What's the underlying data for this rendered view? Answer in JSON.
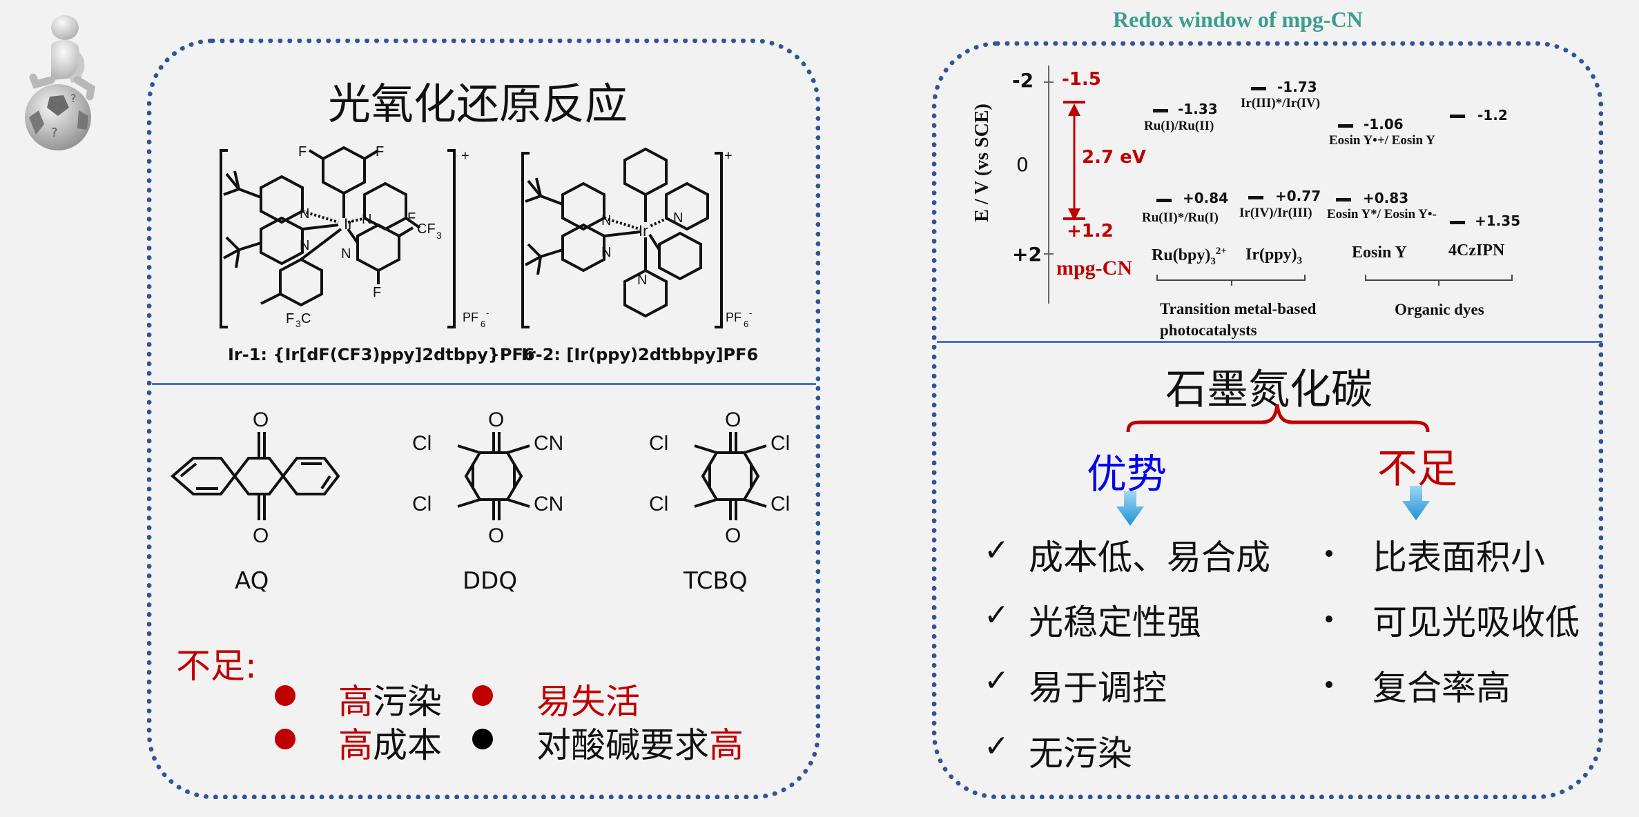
{
  "left": {
    "title": "光氧化还原反应",
    "ir1_caption": "Ir-1:  {Ir[dF(CF3)ppy]2dtbpy}PF6",
    "ir2_caption": "Ir-2:  [Ir(ppy)2dtbbpy]PF6",
    "molecules": [
      "AQ",
      "DDQ",
      "TCBQ"
    ],
    "drawback_label": "不足:",
    "drawbacks": [
      {
        "red": "高",
        "rest": "污染"
      },
      {
        "red": "易失活",
        "rest": ""
      },
      {
        "red": "高",
        "rest": "成本"
      },
      {
        "pre": "对酸碱要求",
        "red": "高"
      }
    ]
  },
  "right": {
    "chart_title": "Redox window of mpg-CN",
    "yaxis_label": "E / V (vs SCE)",
    "yticks": [
      "-2",
      "0",
      "+2"
    ],
    "mpg": {
      "top": "-1.5",
      "bottom": "+1.2",
      "gap": "2.7 eV",
      "name": "mpg-CN"
    },
    "catalysts": [
      {
        "name": "Ru(bpy)3 2+",
        "ox": "-1.33",
        "ox_label": "Ru(I)/Ru(II)",
        "red": "+0.84",
        "red_label": "Ru(II)*/Ru(I)"
      },
      {
        "name": "Ir(ppy)3",
        "ox": "-1.73",
        "ox_label": "Ir(III)*/Ir(IV)",
        "red": "+0.77",
        "red_label": "Ir(IV)/Ir(III)"
      },
      {
        "name": "Eosin Y",
        "ox": "-1.06",
        "ox_label": "Eosin Y•+/ Eosin Y",
        "red": "+0.83",
        "red_label": "Eosin Y*/ Eosin Y•-"
      },
      {
        "name": "4CzIPN",
        "ox": "-1.2",
        "red": "+1.35"
      }
    ],
    "group1": "Transition metal-based\nphotocatalysts",
    "group2": "Organic dyes",
    "section_title": "石墨氮化碳",
    "adv_title": "优势",
    "dis_title": "不足",
    "advantages": [
      "成本低、易合成",
      "光稳定性强",
      "易于调控",
      "无污染"
    ],
    "disadvantages": [
      "比表面积小",
      "可见光吸收低",
      "复合率高"
    ]
  }
}
